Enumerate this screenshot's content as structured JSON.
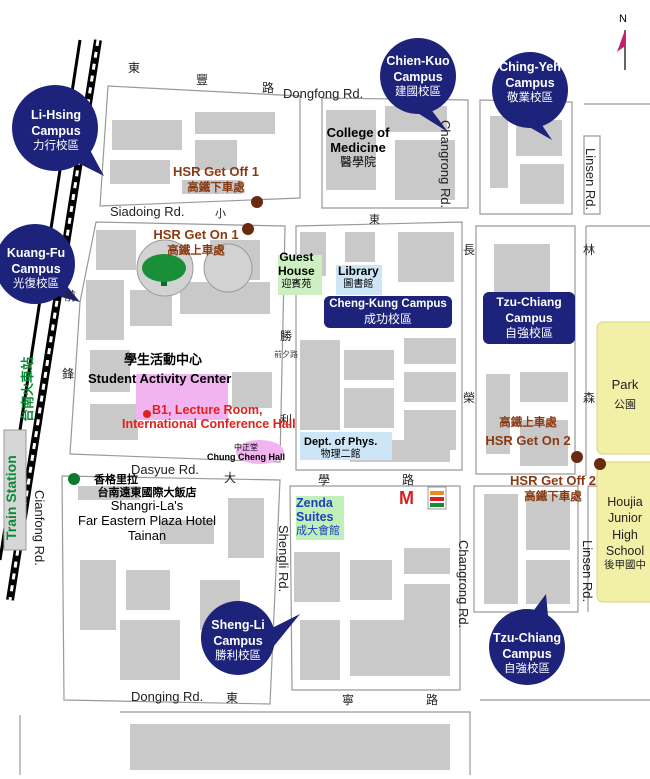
{
  "compass": {
    "label": "N"
  },
  "roads": {
    "dongfong": {
      "en": "Dongfong Rd.",
      "cn": [
        "東",
        "豐",
        "路"
      ]
    },
    "siadoing": {
      "en": "Siadoing Rd.",
      "cn": [
        "小"
      ]
    },
    "dasyue": {
      "en": "Dasyue Rd.",
      "cn": [
        "大",
        "學",
        "路"
      ]
    },
    "donging": {
      "en": "Donging Rd.",
      "cn": [
        "東",
        "寧",
        "路"
      ]
    },
    "changrong_north": {
      "en": "Changrong Rd."
    },
    "changrong_south": {
      "en": "Changrong Rd."
    },
    "changrong_cn": [
      "長",
      "榮"
    ],
    "linsen_north": {
      "en": "Linsen Rd."
    },
    "linsen_south": {
      "en": "Linsen Rd."
    },
    "linsen_cn": [
      "林",
      "森"
    ],
    "shengli": {
      "en": "Shengli Rd."
    },
    "cianfong": {
      "en": "Cianfong Rd."
    },
    "cianfong_cn": [
      "前",
      "鋒"
    ],
    "shengli_cn": [
      "勝",
      "利"
    ],
    "small_road_cn": "東"
  },
  "campus_bubbles": [
    {
      "en": "Li-Hsing Campus",
      "cn": "力行校區"
    },
    {
      "en": "Kuang-Fu Campus",
      "cn": "光復校區"
    },
    {
      "en": "Chien-Kuo Campus",
      "cn": "建國校區"
    },
    {
      "en": "Ching-Yeh Campus",
      "cn": "敬業校區"
    },
    {
      "en": "Sheng-Li Campus",
      "cn": "勝利校區"
    },
    {
      "en": "Tzu-Chiang Campus",
      "cn": "自強校區"
    }
  ],
  "hsr_stops": {
    "get_off_1": {
      "en": "HSR Get Off 1",
      "cn": "高鐵下車處"
    },
    "get_on_1": {
      "en": "HSR Get On 1",
      "cn": "高鐵上車處"
    },
    "get_on_2": {
      "en": "HSR Get On 2",
      "cn": "高鐵上車處"
    },
    "get_off_2": {
      "en": "HSR Get Off 2",
      "cn": "高鐵下車處"
    }
  },
  "landmarks": {
    "college_medicine": {
      "en1": "College of",
      "en2": "Medicine",
      "cn": "醫學院"
    },
    "guest_house": {
      "en1": "Guest",
      "en2": "House",
      "cn": "迎賓苑"
    },
    "library": {
      "en": "Library",
      "cn": "圖書館"
    },
    "cheng_kung": {
      "en": "Cheng-Kung Campus",
      "cn": "成功校區"
    },
    "tzu_chiang_box": {
      "en1": "Tzu-Chiang",
      "en2": "Campus",
      "cn": "自強校區"
    },
    "student_center": {
      "cn": "學生活動中心",
      "en": "Student Activity Center"
    },
    "lecture_room": {
      "line1": "B1, Lecture Room,",
      "line2": "International Conference Hall"
    },
    "chung_cheng": {
      "cn": "中正堂",
      "en": "Chung Cheng Hall"
    },
    "dept_phys": {
      "en": "Dept. of Phys.",
      "cn": "物理二館"
    },
    "zenda": {
      "en1": "Zenda",
      "en2": "Suites",
      "cn": "成大會館"
    },
    "park": {
      "en": "Park",
      "cn": "公園"
    },
    "houjia": {
      "line1": "Houjia",
      "line2": "Junior",
      "line3": "High",
      "line4": "School",
      "cn": "後甲國中"
    },
    "hotel": {
      "cn1": "香格里拉",
      "cn2": "台南遠東國際大飯店",
      "en1": "Shangri-La's",
      "en2": "Far Eastern Plaza Hotel",
      "en3": "Tainan"
    },
    "train_station": {
      "en": "Train Station",
      "cn": "台南火車站"
    },
    "activity_small": "前夕路"
  },
  "colors": {
    "bubble": "#1d237a",
    "hsr_text": "#8a3a12",
    "hsr_dot": "#6b2a10",
    "lecture_text": "#e0201c",
    "park_fill": "#f2f0a6",
    "pink": "#f2b4f0",
    "green_text": "#0a8a35"
  }
}
